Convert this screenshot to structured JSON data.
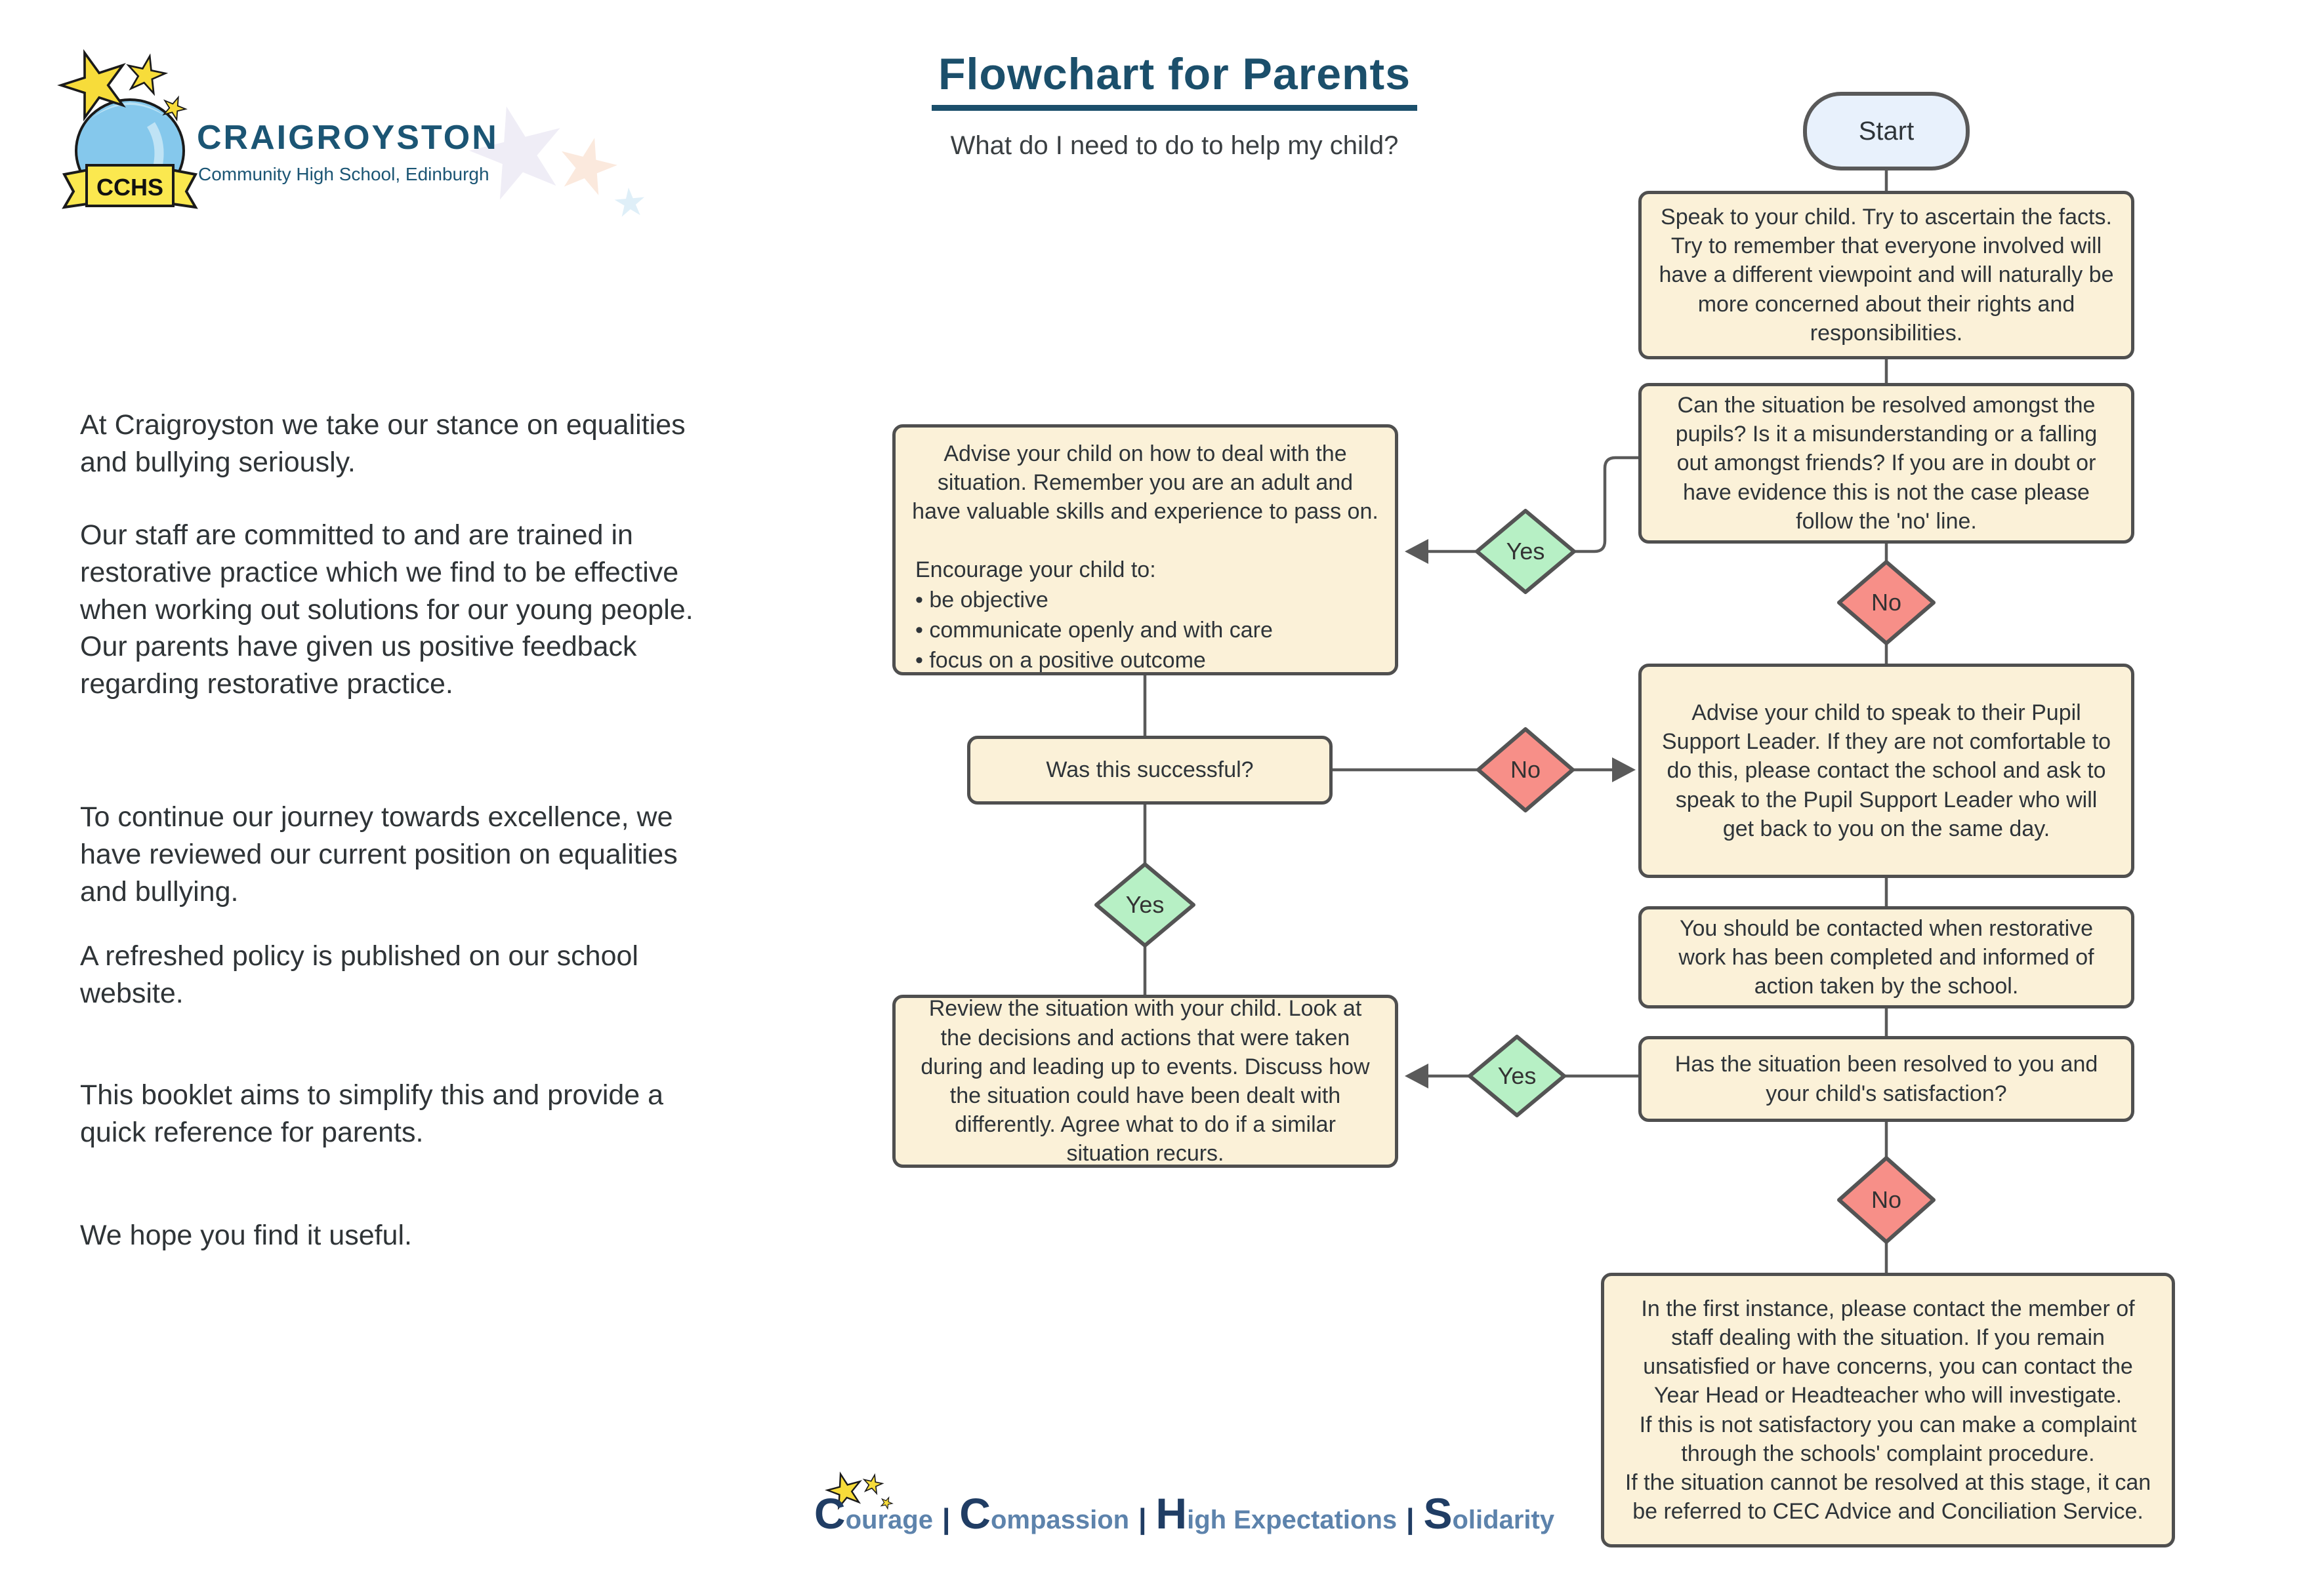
{
  "logo": {
    "school_name": "CRAIGROYSTON",
    "school_subtitle": "Community High School, Edinburgh",
    "badge": "CCHS"
  },
  "header": {
    "title": "Flowchart for Parents",
    "subtitle": "What do I need to do to help my child?"
  },
  "intro": {
    "p1": "At Craigroyston we take our stance on equalities and bullying seriously.",
    "p2": "Our staff are committed to and are trained in restorative practice which we find to be effective when working out solutions for our young people. Our parents have given us positive feedback regarding restorative practice.",
    "p3": "To continue our journey towards excellence, we have reviewed our current position on equalities and bullying.",
    "p4": "A refreshed policy is published on our school website.",
    "p5": "This booklet aims to simplify this and provide a quick reference for parents.",
    "p6": "We hope you find it useful."
  },
  "flowchart": {
    "start": "Start",
    "speak_box": "Speak to your child. Try to ascertain the facts. Try to remember that everyone involved will have a different viewpoint and will naturally be more concerned about their rights and responsibilities.",
    "resolve_box": "Can the situation be resolved amongst the pupils? Is it a misunderstanding or a falling out amongst friends? If you are in doubt or have evidence this is not the case please follow the 'no' line.",
    "advise_box_main": "Advise your child on how to deal with the situation. Remember you are an adult and have valuable skills and experience to pass on.",
    "advise_box_encourage": "Encourage your child to:",
    "advise_bullets": [
      "• be objective",
      "• communicate openly and with care",
      "• focus on a positive outcome"
    ],
    "successful_box": "Was this successful?",
    "psl_box": "Advise your child to speak to their Pupil Support Leader. If they are not comfortable to do this, please contact the school and ask to speak to the Pupil Support Leader who will get back to you on the same day.",
    "contacted_box": "You should be contacted when restorative work has been completed and informed of action taken by the school.",
    "resolved_box": "Has the situation been resolved to you and your child's satisfaction?",
    "review_box": "Review the situation with your child. Look at the decisions and actions that were taken during and leading up to events. Discuss how the situation could have been dealt with differently. Agree what to do if a similar situation recurs.",
    "complaint_box": "In the first instance, please contact the member of staff dealing with the situation. If you remain unsatisfied or have concerns, you can contact the Year Head or Headteacher who will investigate.\nIf this is not satisfactory you can make a complaint through the schools' complaint procedure.\nIf the situation cannot be resolved at this stage, it can be referred to CEC Advice and Conciliation Service.",
    "labels": {
      "yes1": "Yes",
      "yes2": "Yes",
      "yes3": "Yes",
      "no1": "No",
      "no2": "No",
      "no3": "No"
    }
  },
  "motto": {
    "separator": "|",
    "items": [
      {
        "initial": "C",
        "rest": "ourage"
      },
      {
        "initial": "C",
        "rest": "ompassion"
      },
      {
        "initial": "H",
        "rest": "igh Expectations"
      },
      {
        "initial": "S",
        "rest": "olidarity"
      }
    ]
  },
  "colors": {
    "box_fill": "#FBF1D8",
    "box_border": "#4F4F4F",
    "start_fill": "#E8F1FC",
    "yes_fill": "#B7F0C5",
    "no_fill": "#F78F88",
    "line": "#5A5A5A",
    "title": "#1B4F6B",
    "motto_initial": "#203D64",
    "motto_rest": "#5D83AC"
  }
}
